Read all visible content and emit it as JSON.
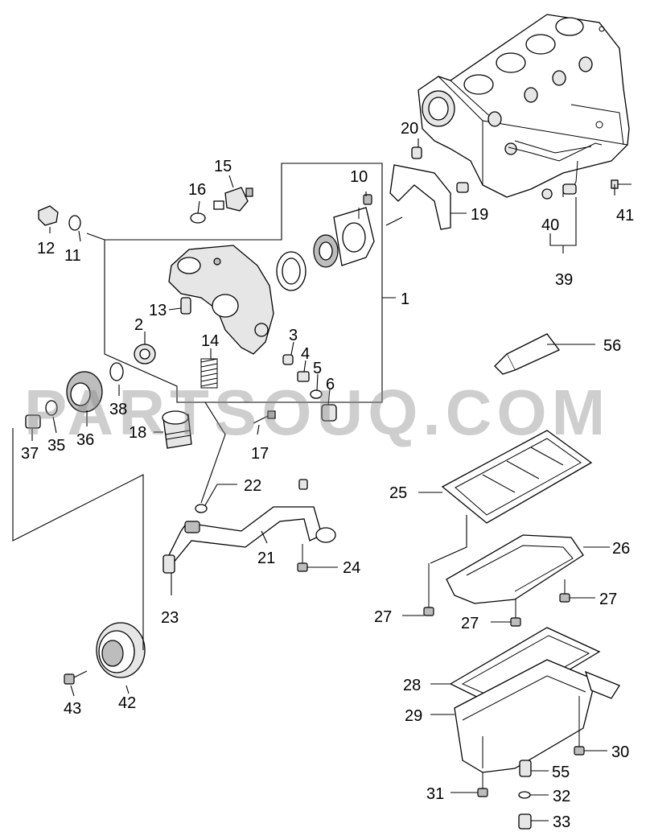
{
  "watermark": "PARTSOUQ.COM",
  "callouts": {
    "c1": "1",
    "c2": "2",
    "c3": "3",
    "c4": "4",
    "c5": "5",
    "c6": "6",
    "c10": "10",
    "c11": "11",
    "c12": "12",
    "c13": "13",
    "c14": "14",
    "c15": "15",
    "c16": "16",
    "c17": "17",
    "c18": "18",
    "c19": "19",
    "c20": "20",
    "c21": "21",
    "c22": "22",
    "c23": "23",
    "c24": "24",
    "c25": "25",
    "c26": "26",
    "c27a": "27",
    "c27b": "27",
    "c27c": "27",
    "c28": "28",
    "c29": "29",
    "c30": "30",
    "c31": "31",
    "c32": "32",
    "c33": "33",
    "c35": "35",
    "c36": "36",
    "c37": "37",
    "c38": "38",
    "c39": "39",
    "c40": "40",
    "c41": "41",
    "c42": "42",
    "c43": "43",
    "c55": "55",
    "c56": "56"
  }
}
